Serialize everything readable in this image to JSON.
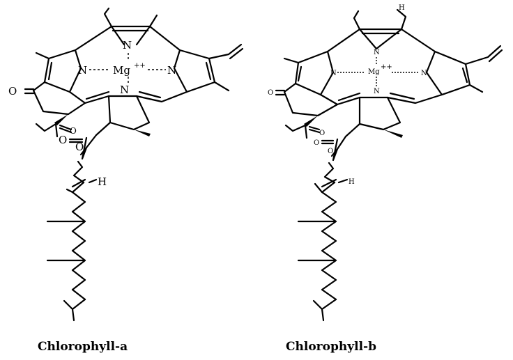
{
  "molecules": [
    {
      "caption": "Chlorophyll-a",
      "metal": "Mg",
      "charge": "++",
      "nitrogen": "N",
      "oxygen": "O",
      "hydrogen": "H"
    },
    {
      "caption": "Chlorophyll-b",
      "metal": "Mg",
      "charge": "++",
      "nitrogen": "N",
      "oxygen": "O",
      "hydrogen": "H"
    }
  ]
}
